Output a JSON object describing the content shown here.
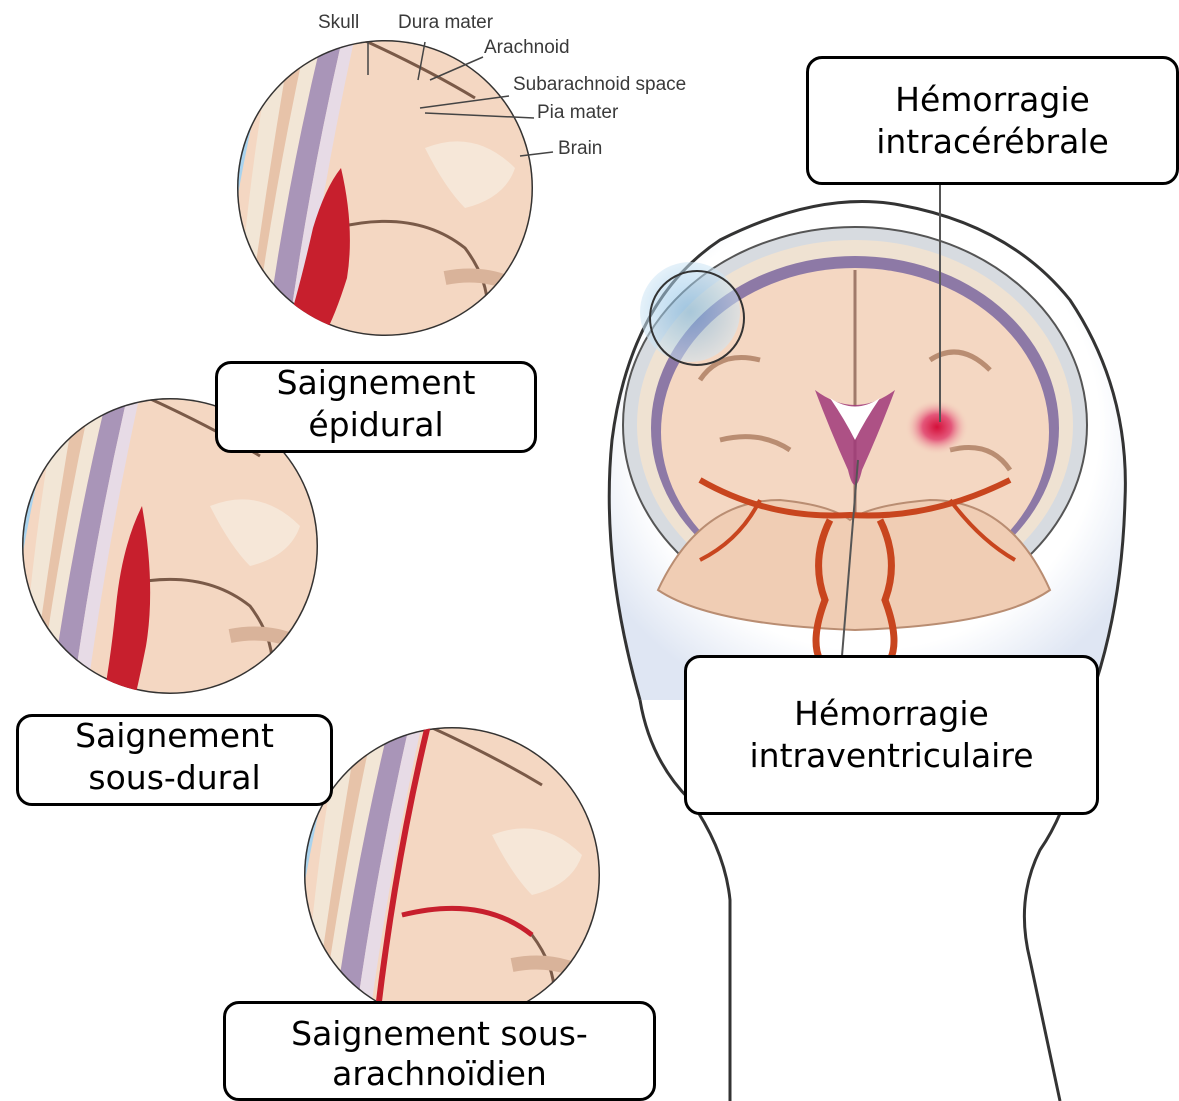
{
  "anatomy_labels": {
    "skull": "Skull",
    "dura_mater": "Dura mater",
    "arachnoid": "Arachnoid",
    "subarachnoid_space": "Subarachnoid space",
    "pia_mater": "Pia mater",
    "brain": "Brain"
  },
  "callouts": {
    "intracerebral": {
      "line1": "Hémorragie",
      "line2": "intracérébrale"
    },
    "intraventricular": {
      "line1": "Hémorragie",
      "line2": "intraventriculaire"
    },
    "epidural": {
      "line1": "Saignement",
      "line2": "épidural"
    },
    "subdural": {
      "line1": "Saignement",
      "line2": "sous-dural"
    },
    "subarachnoid": {
      "line1": "Saignement sous-",
      "line2": "arachnoïdien"
    }
  },
  "colors": {
    "skull": "#efe2d2",
    "brain": "#f4d7c2",
    "dura": "#a795b6",
    "blood": "#c71f2d",
    "artery": "#c8451e",
    "scalp_blue": "#9cc9e6",
    "label_border": "#000000"
  }
}
